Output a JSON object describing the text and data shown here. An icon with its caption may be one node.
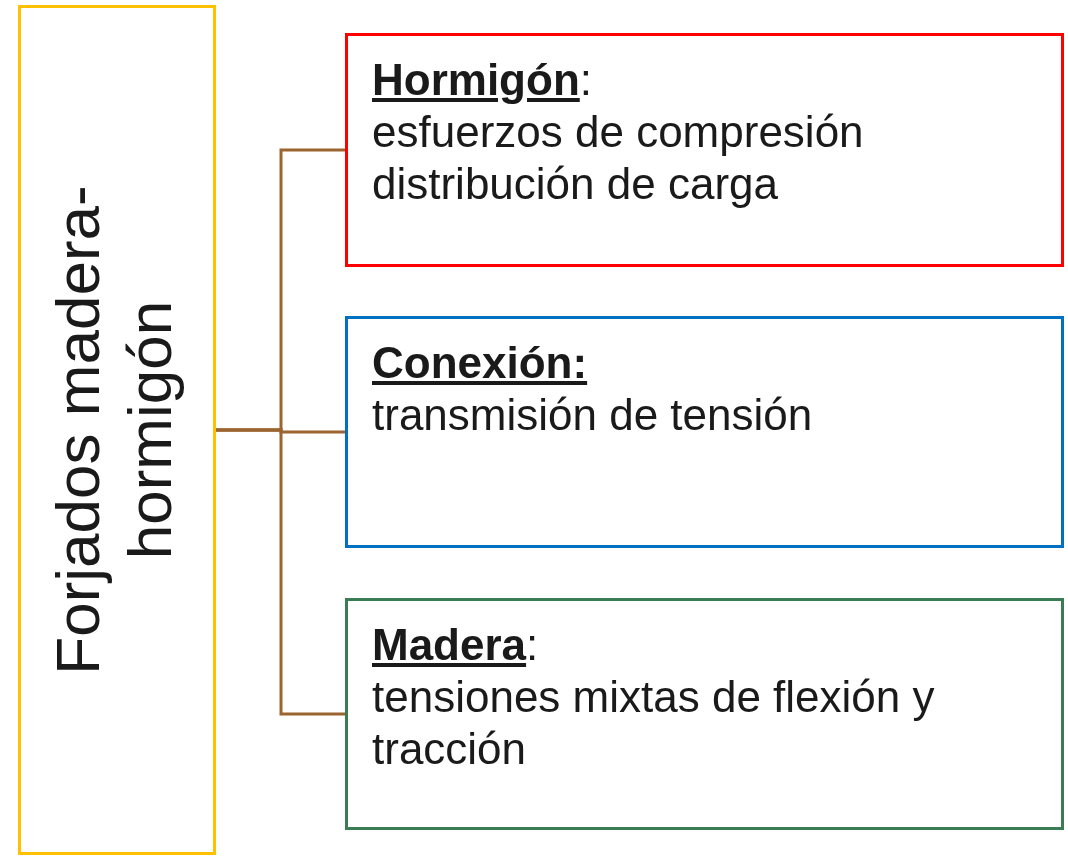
{
  "diagram": {
    "nodes": [
      {
        "text": [
          "Forjados madera-hormigón"
        ]
      },
      {
        "text": [
          "**Hormigón**:",
          "esfuerzos de compresión distribución de carga"
        ]
      },
      {
        "text": [
          "Conexión:",
          "transmisión de tensión"
        ]
      },
      {
        "text": [
          "**Madera**:",
          "tensiones mixtas de flexión y tracción"
        ]
      }
    ],
    "edges": [
      {
        "from": 0,
        "to": 1,
        "arrow": "none"
      },
      {
        "from": 0,
        "to": 2,
        "arrow": "none"
      },
      {
        "from": 0,
        "to": 3,
        "arrow": "none"
      }
    ]
  }
}
